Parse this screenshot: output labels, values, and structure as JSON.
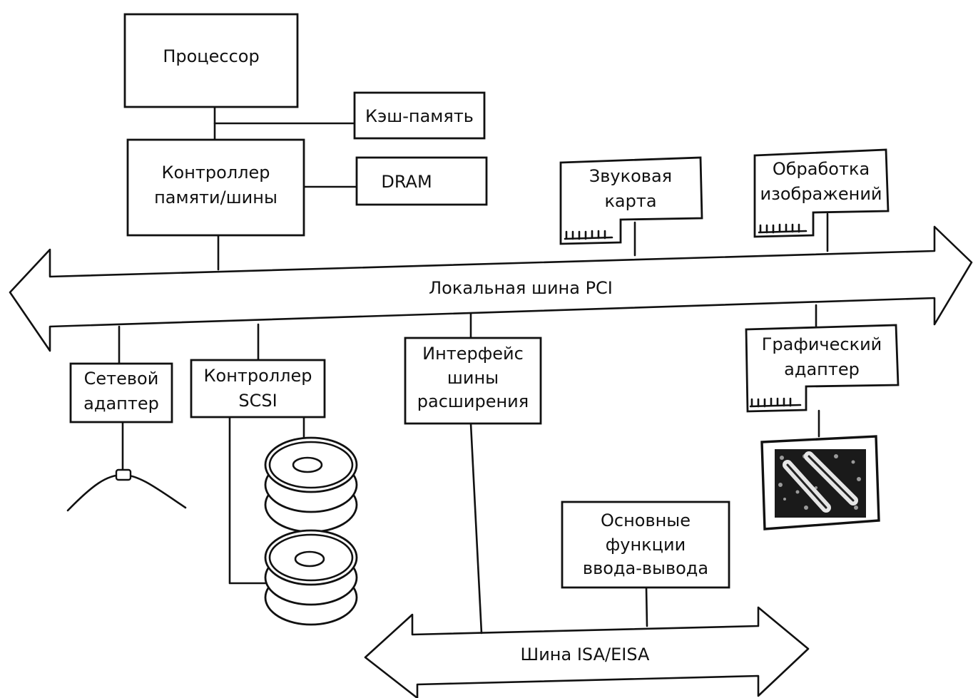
{
  "diagram": {
    "cpu": "Процессор",
    "cache": "Кэш-память",
    "memctrl": [
      "Контроллер",
      "памяти/шины"
    ],
    "dram": "DRAM",
    "sound": [
      "Звуковая",
      "карта"
    ],
    "imgproc": [
      "Обработка",
      "изображений"
    ],
    "pci_bus": "Локальная шина PCI",
    "netadapter": [
      "Сетевой",
      "адаптер"
    ],
    "scsi": [
      "Контроллер",
      "SCSI"
    ],
    "expansion": [
      "Интерфейс",
      "шины",
      "расширения"
    ],
    "graphics": [
      "Графический",
      "адаптер"
    ],
    "basic_io": [
      "Основные",
      "функции",
      "ввода-вывода"
    ],
    "isa_bus": "Шина ISA/EISA"
  }
}
